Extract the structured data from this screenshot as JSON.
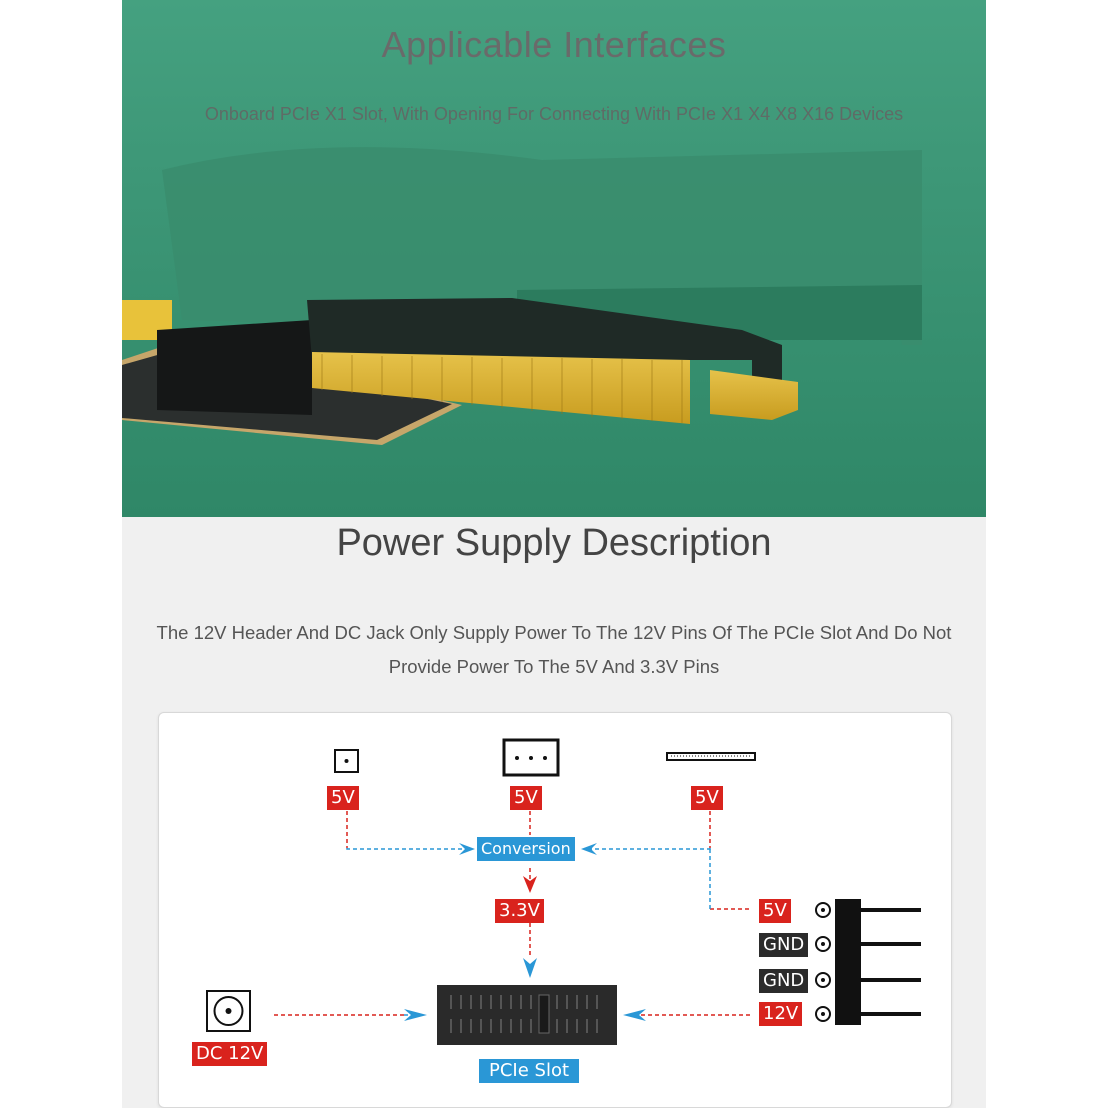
{
  "header": {
    "title": "Applicable Interfaces",
    "subtitle": "Onboard PCIe X1 Slot, With Opening For Connecting With PCIe X1 X4 X8 X16 Devices"
  },
  "power": {
    "title": "Power Supply Description",
    "desc_line1": "The 12V Header And DC Jack Only Supply Power To The 12V Pins Of The PCIe Slot And Do Not",
    "desc_line2": "Provide Power To The 5V And 3.3V Pins"
  },
  "diagram": {
    "label_5v_a": "5V",
    "label_5v_b": "5V",
    "label_5v_c": "5V",
    "conversion": "Conversion",
    "label_33v": "3.3V",
    "pin_5v": "5V",
    "pin_gnd_1": "GND",
    "pin_gnd_2": "GND",
    "pin_12v": "12V",
    "dc_label": "DC 12V",
    "slot_label": "PCIe Slot"
  },
  "colors": {
    "red_label": "#d9231d",
    "blue_label": "#2a97d6",
    "green_backdrop": "#3a9576"
  }
}
